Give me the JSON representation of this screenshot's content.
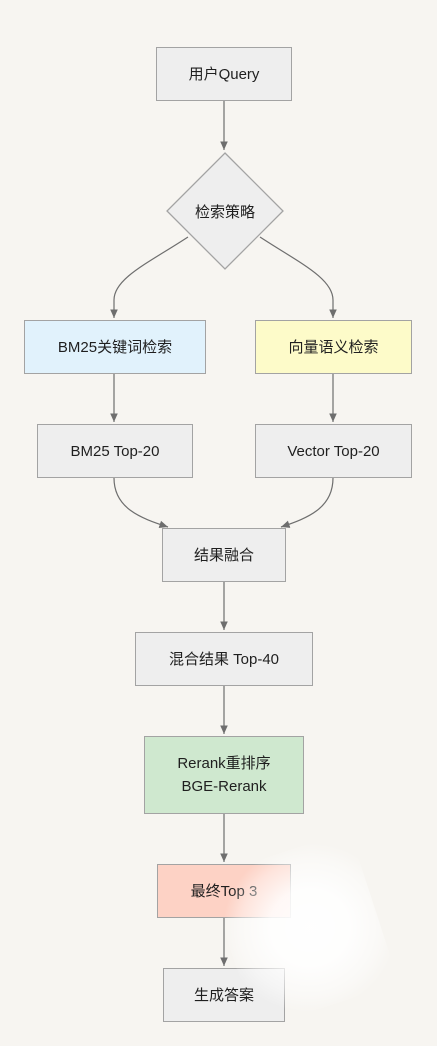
{
  "nodes": {
    "query": "用户Query",
    "strategy": "检索策略",
    "bm25_search": "BM25关键词检索",
    "vector_search": "向量语义检索",
    "bm25_top": "BM25 Top-20",
    "vector_top": "Vector Top-20",
    "fusion": "结果融合",
    "mixed_top": "混合结果 Top-40",
    "rerank_line1": "Rerank重排序",
    "rerank_line2": "BGE-Rerank",
    "final_top": "最终Top 3",
    "answer": "生成答案"
  },
  "colors": {
    "default_fill": "#eeeeee",
    "bm25_fill": "#e1f2fc",
    "vector_fill": "#fdfbc9",
    "rerank_fill": "#cfe8cf",
    "final_fill": "#fdd2c5",
    "edge": "#6e6e6e"
  }
}
